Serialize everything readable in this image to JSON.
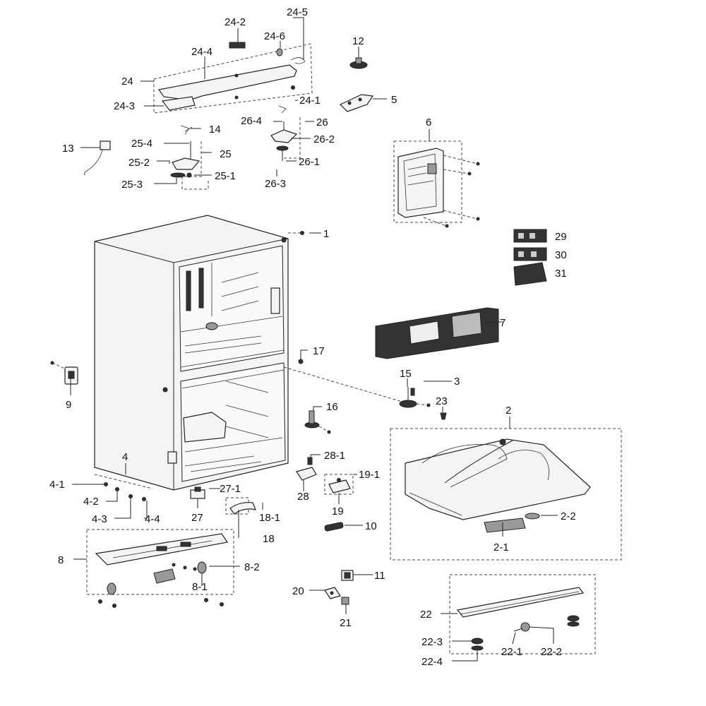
{
  "callouts": [
    {
      "id": "1",
      "label": "1"
    },
    {
      "id": "2",
      "label": "2"
    },
    {
      "id": "2-1",
      "label": "2-1"
    },
    {
      "id": "2-2",
      "label": "2-2"
    },
    {
      "id": "3",
      "label": "3"
    },
    {
      "id": "4",
      "label": "4"
    },
    {
      "id": "4-1",
      "label": "4-1"
    },
    {
      "id": "4-2",
      "label": "4-2"
    },
    {
      "id": "4-3",
      "label": "4-3"
    },
    {
      "id": "4-4",
      "label": "4-4"
    },
    {
      "id": "5",
      "label": "5"
    },
    {
      "id": "6",
      "label": "6"
    },
    {
      "id": "7",
      "label": "7"
    },
    {
      "id": "8",
      "label": "8"
    },
    {
      "id": "8-1",
      "label": "8-1"
    },
    {
      "id": "8-2",
      "label": "8-2"
    },
    {
      "id": "9",
      "label": "9"
    },
    {
      "id": "10",
      "label": "10"
    },
    {
      "id": "11",
      "label": "11"
    },
    {
      "id": "12",
      "label": "12"
    },
    {
      "id": "13",
      "label": "13"
    },
    {
      "id": "14",
      "label": "14"
    },
    {
      "id": "15",
      "label": "15"
    },
    {
      "id": "16",
      "label": "16"
    },
    {
      "id": "17",
      "label": "17"
    },
    {
      "id": "18",
      "label": "18"
    },
    {
      "id": "18-1",
      "label": "18-1"
    },
    {
      "id": "19",
      "label": "19"
    },
    {
      "id": "19-1",
      "label": "19-1"
    },
    {
      "id": "20",
      "label": "20"
    },
    {
      "id": "21",
      "label": "21"
    },
    {
      "id": "22",
      "label": "22"
    },
    {
      "id": "22-1",
      "label": "22-1"
    },
    {
      "id": "22-2",
      "label": "22-2"
    },
    {
      "id": "22-3",
      "label": "22-3"
    },
    {
      "id": "22-4",
      "label": "22-4"
    },
    {
      "id": "23",
      "label": "23"
    },
    {
      "id": "24",
      "label": "24"
    },
    {
      "id": "24-1",
      "label": "24-1"
    },
    {
      "id": "24-2",
      "label": "24-2"
    },
    {
      "id": "24-3",
      "label": "24-3"
    },
    {
      "id": "24-4",
      "label": "24-4"
    },
    {
      "id": "24-5",
      "label": "24-5"
    },
    {
      "id": "24-6",
      "label": "24-6"
    },
    {
      "id": "25",
      "label": "25"
    },
    {
      "id": "25-1",
      "label": "25-1"
    },
    {
      "id": "25-2",
      "label": "25-2"
    },
    {
      "id": "25-3",
      "label": "25-3"
    },
    {
      "id": "25-4",
      "label": "25-4"
    },
    {
      "id": "26",
      "label": "26"
    },
    {
      "id": "26-1",
      "label": "26-1"
    },
    {
      "id": "26-2",
      "label": "26-2"
    },
    {
      "id": "26-3",
      "label": "26-3"
    },
    {
      "id": "26-4",
      "label": "26-4"
    },
    {
      "id": "27",
      "label": "27"
    },
    {
      "id": "27-1",
      "label": "27-1"
    },
    {
      "id": "28",
      "label": "28"
    },
    {
      "id": "28-1",
      "label": "28-1"
    },
    {
      "id": "29",
      "label": "29"
    },
    {
      "id": "30",
      "label": "30"
    },
    {
      "id": "31",
      "label": "31"
    }
  ],
  "colors": {
    "line": "#222222",
    "background": "#ffffff"
  }
}
